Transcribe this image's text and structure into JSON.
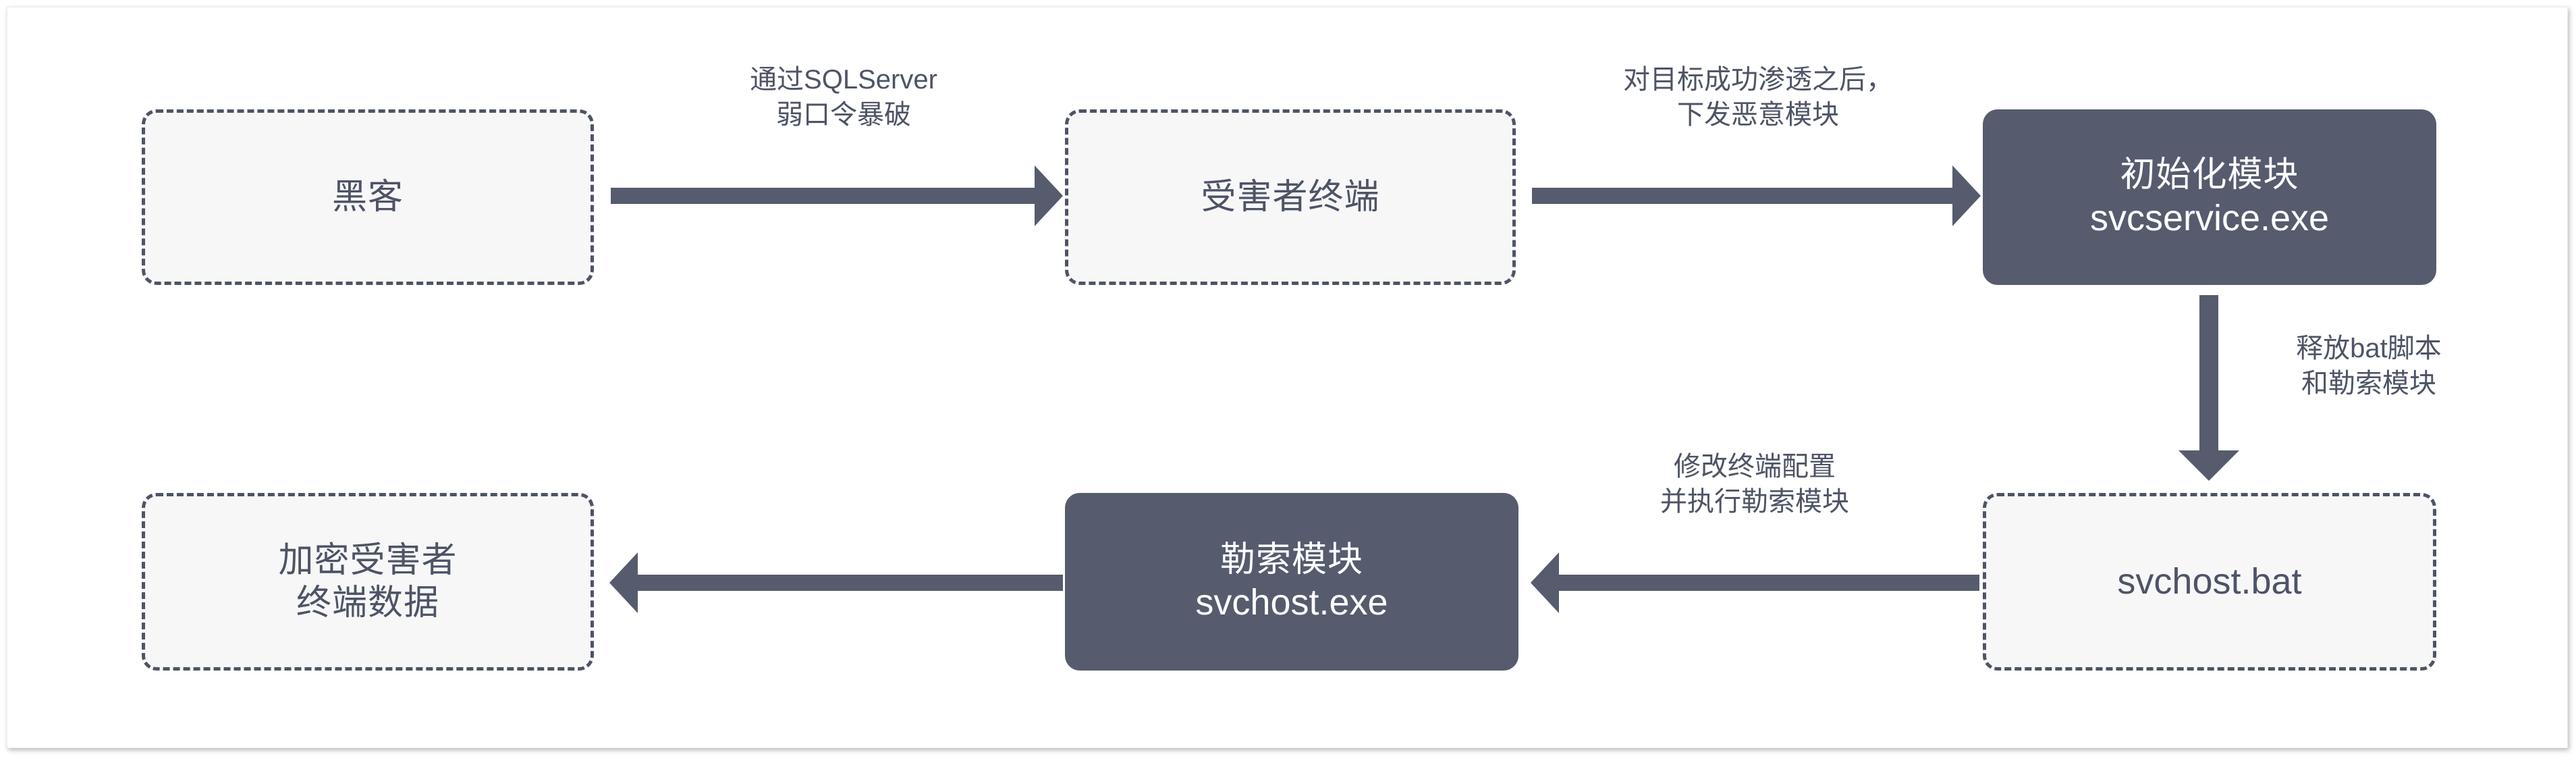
{
  "diagram": {
    "title": "SQLServer weak-password ransomware attack chain",
    "accent_color": "#565c6e",
    "node_fill_light": "#f7f7f8",
    "node_fill_dark": "#565c6e",
    "node_border_color": "#4e5466",
    "text_color_light_node": "#4e5466",
    "text_color_dark_node": "#ffffff"
  },
  "nodes": {
    "hacker": {
      "line1": "黑客",
      "line2": ""
    },
    "victim": {
      "line1": "受害者终端",
      "line2": ""
    },
    "init_module": {
      "line1": "初始化模块",
      "line2": "svcservice.exe"
    },
    "svchost_bat": {
      "line1": "svchost.bat",
      "line2": ""
    },
    "ransom_module": {
      "line1": "勒索模块",
      "line2": "svchost.exe"
    },
    "encrypt_data": {
      "line1": "加密受害者",
      "line2": "终端数据"
    }
  },
  "edges": {
    "hacker_to_victim": {
      "label_line1": "通过SQLServer",
      "label_line2": "弱口令暴破",
      "direction": "right"
    },
    "victim_to_init": {
      "label_line1": "对目标成功渗透之后，",
      "label_line2": "下发恶意模块",
      "direction": "right"
    },
    "init_to_bat": {
      "label_line1": "释放bat脚本",
      "label_line2": "和勒索模块",
      "direction": "down"
    },
    "bat_to_ransom": {
      "label_line1": "修改终端配置",
      "label_line2": "并执行勒索模块",
      "direction": "left"
    },
    "ransom_to_encrypt": {
      "label_line1": "",
      "label_line2": "",
      "direction": "left"
    }
  }
}
